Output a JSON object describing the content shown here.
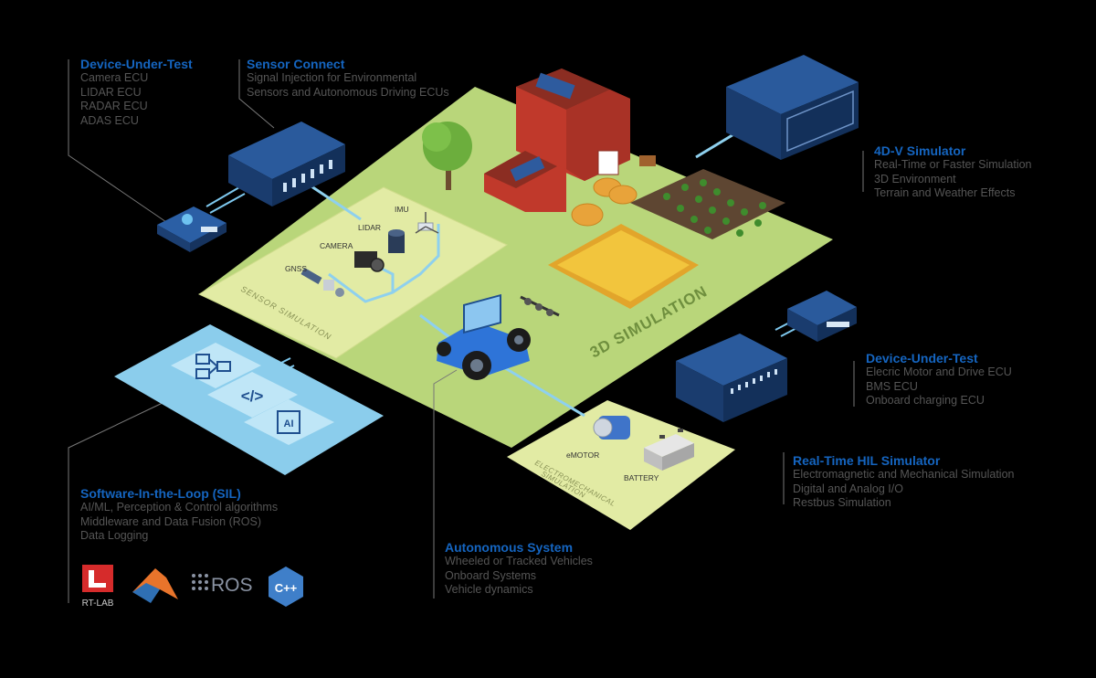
{
  "callouts": {
    "dut_top": {
      "title": "Device-Under-Test",
      "lines": [
        "Camera ECU",
        "LIDAR ECU",
        "RADAR ECU",
        "ADAS ECU"
      ]
    },
    "sensor_connect": {
      "title": "Sensor Connect",
      "lines": [
        "Signal Injection for Environmental",
        "Sensors and Autonomous Driving ECUs"
      ]
    },
    "simulator_4dv": {
      "title": "4D-V Simulator",
      "lines": [
        "Real-Time or Faster Simulation",
        "3D Environment",
        "Terrain and Weather Effects"
      ]
    },
    "dut_right": {
      "title": "Device-Under-Test",
      "lines": [
        "Elecric Motor and Drive ECU",
        "BMS ECU",
        "Onboard charging ECU"
      ]
    },
    "hil_simulator": {
      "title": "Real-Time HIL Simulator",
      "lines": [
        "Electromagnetic and Mechanical Simulation",
        "Digital and Analog I/O",
        "Restbus Simulation"
      ]
    },
    "sil": {
      "title": "Software-In-the-Loop (SIL)",
      "lines": [
        "AI/ML, Perception & Control algorithms",
        "Middleware and Data Fusion (ROS)",
        "Data Logging"
      ]
    },
    "autonomous": {
      "title": "Autonomous System",
      "lines": [
        "Wheeled or Tracked Vehicles",
        "Onboard Systems",
        "Vehicle dynamics"
      ]
    }
  },
  "diagram": {
    "main_area_label": "3D SIMULATION",
    "sensor_area_label": "SENSOR SIMULATION",
    "sensor_labels": {
      "imu": "IMU",
      "lidar": "LIDAR",
      "camera": "CAMERA",
      "gnss": "GNSS"
    },
    "electro_area_label_1": "ELECTROMECHANICAL",
    "electro_area_label_2": "SIMULATION",
    "emotor_label": "eMOTOR",
    "battery_label": "BATTERY",
    "sil_icons": [
      "block-diagram-icon",
      "code-icon",
      "ai-chip-icon"
    ],
    "code_glyph": "</>",
    "ai_glyph": "AI"
  },
  "logos": {
    "rtlab": "RT-LAB",
    "ros": "ROS",
    "cpp": "C++"
  },
  "colors": {
    "background": "#000000",
    "ground_green": "#b9d67a",
    "sensor_zone": "#e2eba4",
    "equipment_blue": "#1f4f8f",
    "title_blue": "#1565c0",
    "body_text": "#555555",
    "sil_panel": "#7cc3e8",
    "connector_line": "#8ed0ee"
  }
}
